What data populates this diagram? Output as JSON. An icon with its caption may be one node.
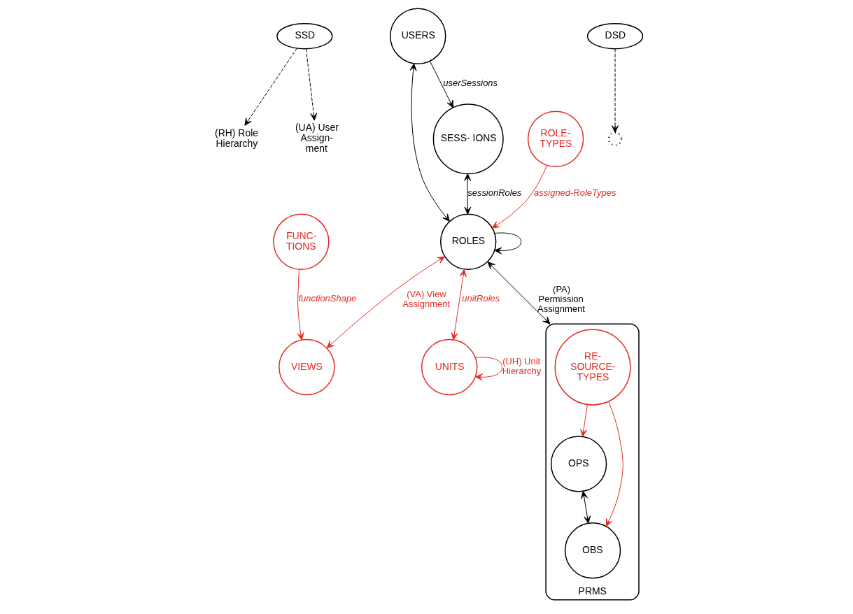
{
  "diagram": {
    "nodes": [
      {
        "text": [
          "SSD"
        ]
      },
      {
        "text": [
          "(RH) Role Hierarchy"
        ]
      },
      {
        "text": [
          "(UA) User Assign- ment"
        ]
      },
      {
        "text": [
          "USERS"
        ]
      },
      {
        "text": [
          "ROLES"
        ]
      },
      {
        "text": [
          "PRMS"
        ]
      },
      {
        "text": [
          "RE- SOURCE- TYPES"
        ],
        "in": 5
      },
      {
        "text": [
          "OPS"
        ],
        "in": 5
      },
      {
        "text": [
          "OBS"
        ],
        "in": 5
      },
      {
        "text": [
          "SESS- IONS"
        ]
      },
      {
        "text": [],
        "shape": "circle"
      },
      {
        "text": [
          "DSD"
        ]
      },
      {
        "text": [
          "VIEWS"
        ]
      },
      {
        "text": [
          "UNITS"
        ]
      },
      {
        "text": [
          "ROLE- TYPES"
        ]
      },
      {
        "text": [
          "FUNC- TIONS"
        ]
      }
    ],
    "edges": [
      {
        "from": 0,
        "to": 1,
        "arrow": "to",
        "style": "dashed"
      },
      {
        "from": 0,
        "to": 2,
        "arrow": "to",
        "style": "dashed"
      },
      {
        "from": 4,
        "to": 4,
        "arrow": "to"
      },
      {
        "from": 3,
        "to": 4,
        "arrow": "both"
      },
      {
        "from": 4,
        "to": 5,
        "arrow": "both",
        "label": "(PA) Permission Assignment"
      },
      {
        "from": 3,
        "to": 9,
        "arrow": "to",
        "label": "userSessions"
      },
      {
        "from": 9,
        "to": 4,
        "arrow": "both",
        "label": "sessionRoles"
      },
      {
        "from": 11,
        "to": 10,
        "arrow": "to",
        "style": "dashed"
      },
      {
        "from": 6,
        "to": 7,
        "arrow": "to",
        "color": "#e32b24"
      },
      {
        "from": 6,
        "to": 8,
        "arrow": "to",
        "color": "#e32b24"
      },
      {
        "from": 7,
        "to": 8,
        "arrow": "both"
      },
      {
        "from": 4,
        "to": 12,
        "arrow": "both",
        "label": "(VA) View Assignment",
        "color": "#e32b24"
      },
      {
        "from": 4,
        "to": 13,
        "arrow": "both",
        "label": "unitRoles",
        "color": "#e32b24"
      },
      {
        "from": 13,
        "to": 13,
        "arrow": "to",
        "label": "(UH) Unit Hierarchy",
        "color": "#e32b24"
      },
      {
        "from": 14,
        "to": 4,
        "arrow": "to",
        "label": "assigned-RoleTypes",
        "color": "#e32b24"
      },
      {
        "from": 15,
        "to": 12,
        "arrow": "to",
        "label": "functionShape",
        "color": "#e32b24"
      }
    ]
  }
}
